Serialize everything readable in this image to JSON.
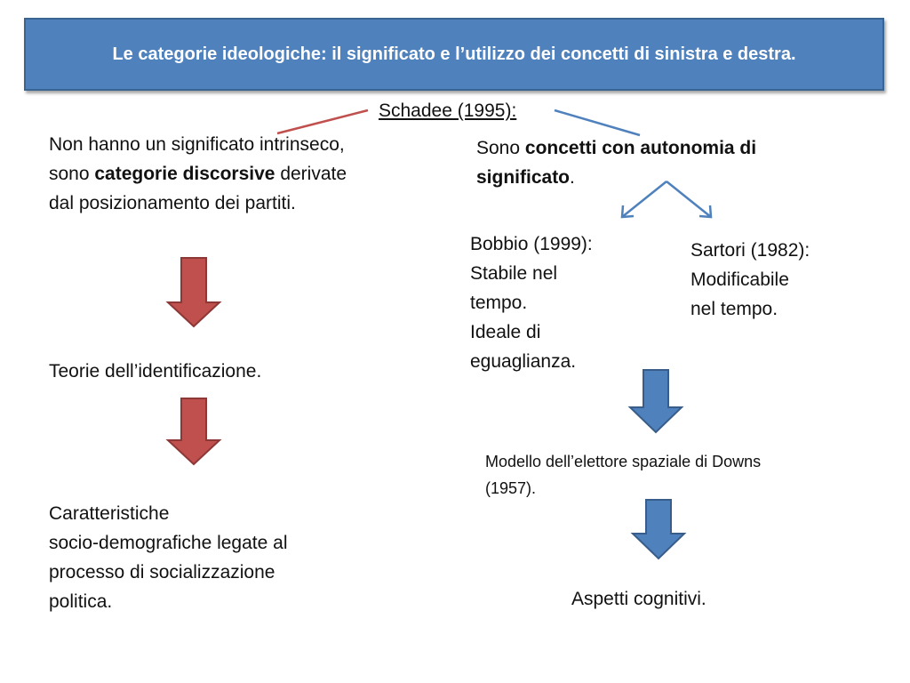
{
  "title": "Le categorie ideologiche: il significato e l’utilizzo dei concetti di sinistra e destra.",
  "root": "Schadee (1995):",
  "left": {
    "intro_pre": "Non hanno un significato intrinseco,",
    "intro_mid1": "sono ",
    "intro_bold": "categorie discorsive",
    "intro_post1": " derivate",
    "intro_post2": "dal posizionamento dei partiti.",
    "step2": "Teorie dell’identificazione.",
    "step3_lines": [
      "Caratteristiche",
      "socio-demografiche legate al",
      "processo di socializzazione",
      "politica."
    ]
  },
  "right": {
    "intro_pre": "Sono ",
    "intro_bold1": "concetti con autonomia di",
    "intro_bold2": "significato",
    "intro_post": ".",
    "bobbio_lines": [
      "Bobbio (1999):",
      "Stabile nel",
      "tempo.",
      "Ideale di",
      "eguaglianza."
    ],
    "sartori_lines": [
      "Sartori (1982):",
      "Modificabile",
      "nel tempo."
    ],
    "downs_lines": [
      "Modello dell’elettore spaziale di Downs",
      "(1957)."
    ],
    "cognitive": "Aspetti cognitivi."
  },
  "colors": {
    "title_bg": "#4f81bd",
    "red_arrow": "#c0504d",
    "blue_arrow": "#4f81bd"
  }
}
